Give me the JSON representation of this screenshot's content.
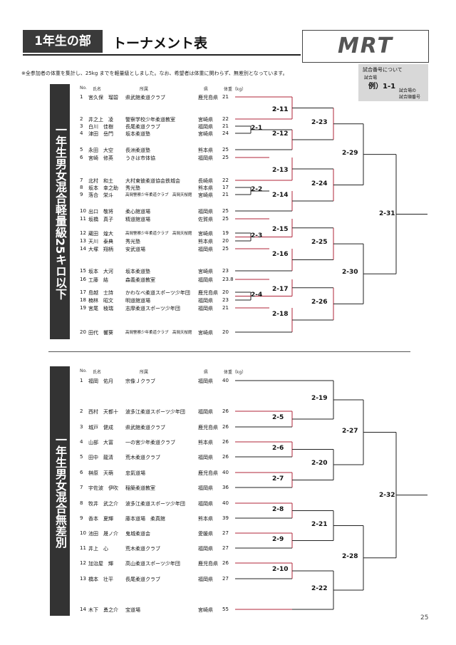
{
  "header": {
    "label": "1年生の部",
    "title": "トーナメント表",
    "logo": "MRT"
  },
  "note": "※全参加者の体重を集計し、25kg までを軽量級としました。なお、希望者は体重に関わらず、無差別となっています。",
  "legend": {
    "title": "試合番号について",
    "line1": "試合場",
    "example": "例）1-1",
    "line2a": "試合場の",
    "line2b": "試合順番号"
  },
  "divisions": [
    {
      "title": "一年生男女混合軽量級25キロ以下",
      "headers": {
        "no": "No.",
        "name": "氏名",
        "club": "所属",
        "pref": "県",
        "weight": "体重（kg）"
      },
      "players": [
        {
          "no": "1",
          "name": "宮久保　瑠碧",
          "club": "県武館柔道クラブ",
          "pref": "鹿児島県",
          "weight": "21"
        },
        {
          "no": "2",
          "name": "井之上　凌",
          "club": "警察学校少年柔道教室",
          "pref": "宮崎県",
          "weight": "22"
        },
        {
          "no": "3",
          "name": "白川　佳樹",
          "club": "長尾柔道クラブ",
          "pref": "福岡県",
          "weight": "21"
        },
        {
          "no": "4",
          "name": "津田　岳門",
          "club": "坂本柔道塾",
          "pref": "宮崎県",
          "weight": "24"
        },
        {
          "no": "5",
          "name": "永田　大空",
          "club": "長洲柔道塾",
          "pref": "熊本県",
          "weight": "25"
        },
        {
          "no": "6",
          "name": "宮崎　修英",
          "club": "うきは市体協",
          "pref": "福岡県",
          "weight": "25"
        },
        {
          "no": "7",
          "name": "北村　和土",
          "club": "大村東彼柔道協会鉄城会",
          "pref": "長崎県",
          "weight": "22"
        },
        {
          "no": "8",
          "name": "坂本　幸之助",
          "club": "秀光塾",
          "pref": "熊本県",
          "weight": "17"
        },
        {
          "no": "9",
          "name": "落合　栄斗",
          "club": "高岡警察少年柔道クラブ　高岡天桜館",
          "pref": "宮崎県",
          "weight": "21"
        },
        {
          "no": "10",
          "name": "出口　敬将",
          "club": "柔心館道場",
          "pref": "福岡県",
          "weight": "25"
        },
        {
          "no": "11",
          "name": "坂橋　真子",
          "club": "精道館道場",
          "pref": "佐賀県",
          "weight": "25"
        },
        {
          "no": "12",
          "name": "蔵田　煌大",
          "club": "高岡警察少年柔道クラブ　高岡天桜館",
          "pref": "宮崎県",
          "weight": "19"
        },
        {
          "no": "13",
          "name": "天川　泰典",
          "club": "秀光塾",
          "pref": "熊本県",
          "weight": "20"
        },
        {
          "no": "14",
          "name": "大塚　翔柄",
          "club": "安武道場",
          "pref": "福岡県",
          "weight": "25"
        },
        {
          "no": "15",
          "name": "坂本　大河",
          "club": "坂本柔道塾",
          "pref": "宮崎県",
          "weight": "23"
        },
        {
          "no": "16",
          "name": "工藤　結",
          "club": "森義柔道教室",
          "pref": "福岡県",
          "weight": "23.8"
        },
        {
          "no": "17",
          "name": "島越　士詩",
          "club": "かわなべ柔道スポーツ少年団",
          "pref": "鹿児島県",
          "weight": "20"
        },
        {
          "no": "18",
          "name": "楠林　昭文",
          "club": "明道館道場",
          "pref": "福岡県",
          "weight": "23"
        },
        {
          "no": "19",
          "name": "宮尾　稜瑞",
          "club": "志摩柔道スポーツ少年団",
          "pref": "福岡県",
          "weight": "21"
        },
        {
          "no": "20",
          "name": "田代　響葵",
          "club": "高岡警察少年柔道クラブ　高岡天桜館",
          "pref": "宮崎県",
          "weight": "20"
        }
      ],
      "matches": [
        "2-1",
        "2-2",
        "2-3",
        "2-4",
        "2-11",
        "2-12",
        "2-13",
        "2-14",
        "2-15",
        "2-16",
        "2-17",
        "2-18",
        "2-23",
        "2-24",
        "2-25",
        "2-26",
        "2-29",
        "2-30",
        "2-31"
      ]
    },
    {
      "title": "一年生男女混合無差別",
      "headers": {
        "no": "No.",
        "name": "氏名",
        "club": "所属",
        "pref": "県",
        "weight": "体重（kg）"
      },
      "players": [
        {
          "no": "1",
          "name": "福岡　佑月",
          "club": "宗像Ｊクラブ",
          "pref": "福岡県",
          "weight": "40"
        },
        {
          "no": "2",
          "name": "西村　天都十",
          "club": "波多江柔道スポーツ少年団",
          "pref": "福岡県",
          "weight": "26"
        },
        {
          "no": "3",
          "name": "城戸　健成",
          "club": "県武館柔道クラブ",
          "pref": "鹿児島県",
          "weight": "26"
        },
        {
          "no": "4",
          "name": "山部　大冨",
          "club": "一の宮少年柔道クラブ",
          "pref": "熊本県",
          "weight": "26"
        },
        {
          "no": "5",
          "name": "田中　龍清",
          "club": "荒木柔道クラブ",
          "pref": "福岡県",
          "weight": "26"
        },
        {
          "no": "6",
          "name": "榊原　天萌",
          "club": "忠氣道場",
          "pref": "鹿児島県",
          "weight": "40"
        },
        {
          "no": "7",
          "name": "宇佐波　伊吹",
          "club": "稲築柔道教室",
          "pref": "福岡県",
          "weight": "36"
        },
        {
          "no": "8",
          "name": "牧井　武之介",
          "club": "波多江柔道スポーツ少年団",
          "pref": "福岡県",
          "weight": "40"
        },
        {
          "no": "9",
          "name": "香本　夏輝",
          "club": "藤本道場　柔真館",
          "pref": "熊本県",
          "weight": "39"
        },
        {
          "no": "10",
          "name": "池田　晟ノ介",
          "club": "鬼城柔道会",
          "pref": "愛媛県",
          "weight": "27"
        },
        {
          "no": "11",
          "name": "井上　心",
          "club": "荒木柔道クラブ",
          "pref": "福岡県",
          "weight": "27"
        },
        {
          "no": "12",
          "name": "加治屋　輝",
          "club": "高山柔道スポーツ少年団",
          "pref": "鹿児島県",
          "weight": "26"
        },
        {
          "no": "13",
          "name": "橋本　壮平",
          "club": "長尾柔道クラブ",
          "pref": "福岡県",
          "weight": "27"
        },
        {
          "no": "14",
          "name": "木下　勇之介",
          "club": "宝道場",
          "pref": "宮崎県",
          "weight": "55"
        }
      ],
      "matches": [
        "2-5",
        "2-6",
        "2-7",
        "2-8",
        "2-9",
        "2-10",
        "2-19",
        "2-20",
        "2-21",
        "2-22",
        "2-27",
        "2-28",
        "2-32"
      ]
    }
  ],
  "page_number": "25"
}
